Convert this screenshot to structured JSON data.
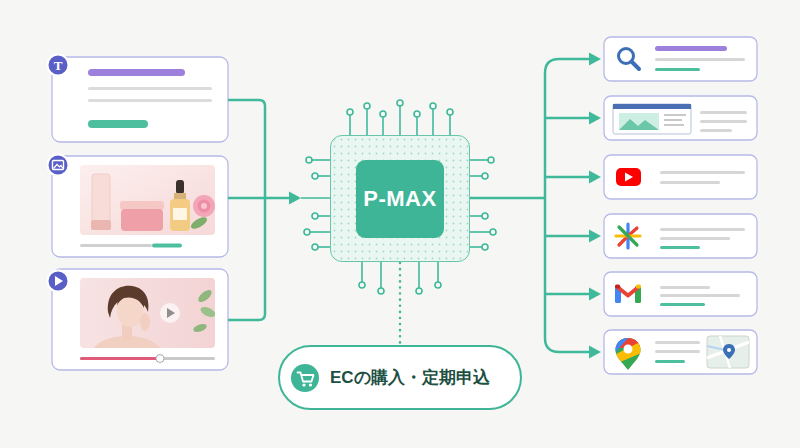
{
  "diagram": {
    "nodes": [
      {
        "text": [
          "P-MAX"
        ]
      },
      {
        "text": [
          "ECの購入・定期申込"
        ]
      }
    ],
    "edges": [
      {
        "from": 0,
        "to": 1,
        "arrow": "none"
      }
    ],
    "labels": [
      "T"
    ]
  }
}
